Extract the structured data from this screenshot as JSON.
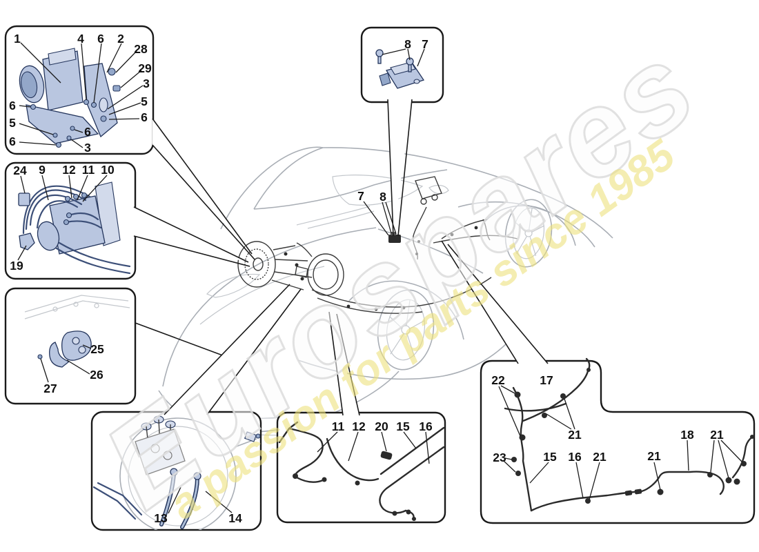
{
  "watermark": {
    "brand": "Eurospares",
    "tagline": "a passion for parts since 1985",
    "brand_color": "#e0e0e0",
    "tagline_color": "#ece17d"
  },
  "colors": {
    "part_fill": "#b9c6e0",
    "part_shade": "#93a7c9",
    "part_outline": "#24355c",
    "diagram_line": "#1a1a1a",
    "car_line": "#a9aeb5",
    "pipe_dark": "#2b2b2b"
  },
  "callouts": {
    "box1": {
      "labels": [
        "1",
        "4",
        "6",
        "2",
        "28",
        "29",
        "3",
        "5",
        "6",
        "6",
        "5",
        "6",
        "6",
        "3"
      ]
    },
    "box2": {
      "labels": [
        "24",
        "9",
        "12",
        "11",
        "10",
        "19"
      ]
    },
    "box3": {
      "labels": [
        "25",
        "26",
        "27"
      ]
    },
    "box4": {
      "labels": [
        "8",
        "7"
      ]
    },
    "car": {
      "labels": [
        "7",
        "8"
      ]
    },
    "box5": {
      "labels": [
        "13",
        "14"
      ]
    },
    "box6": {
      "labels": [
        "11",
        "12",
        "20",
        "15",
        "16"
      ]
    },
    "box7": {
      "labels": [
        "22",
        "17",
        "21",
        "23",
        "15",
        "16",
        "21",
        "21",
        "18",
        "21"
      ]
    }
  }
}
